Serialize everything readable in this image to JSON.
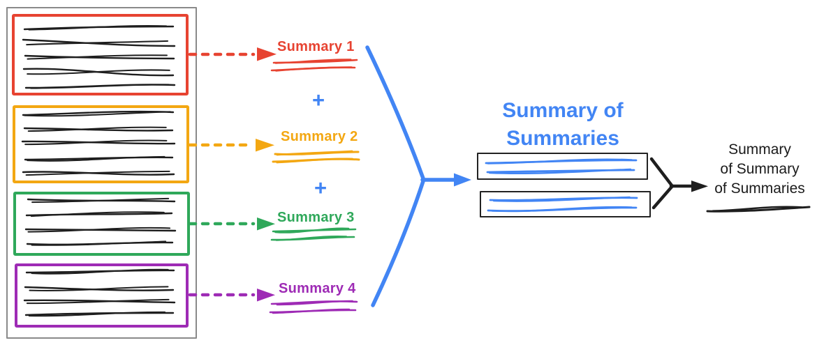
{
  "colors": {
    "red": "#E74331",
    "orange": "#F3A712",
    "green": "#2FA85A",
    "purple": "#9E2BB5",
    "blue": "#4285F4",
    "ink": "#1E1E1E",
    "frame-gray": "#8A8A8A"
  },
  "documents": {
    "doc1": {
      "label": "Summary 1"
    },
    "doc2": {
      "label": "Summary 2"
    },
    "doc3": {
      "label": "Summary 3"
    },
    "doc4": {
      "label": "Summary 4"
    }
  },
  "operators": {
    "plus": "+"
  },
  "intermediate": {
    "title_line1": "Summary of",
    "title_line2": "Summaries"
  },
  "final": {
    "line1": "Summary",
    "line2": "of Summary",
    "line3": "of Summaries"
  }
}
